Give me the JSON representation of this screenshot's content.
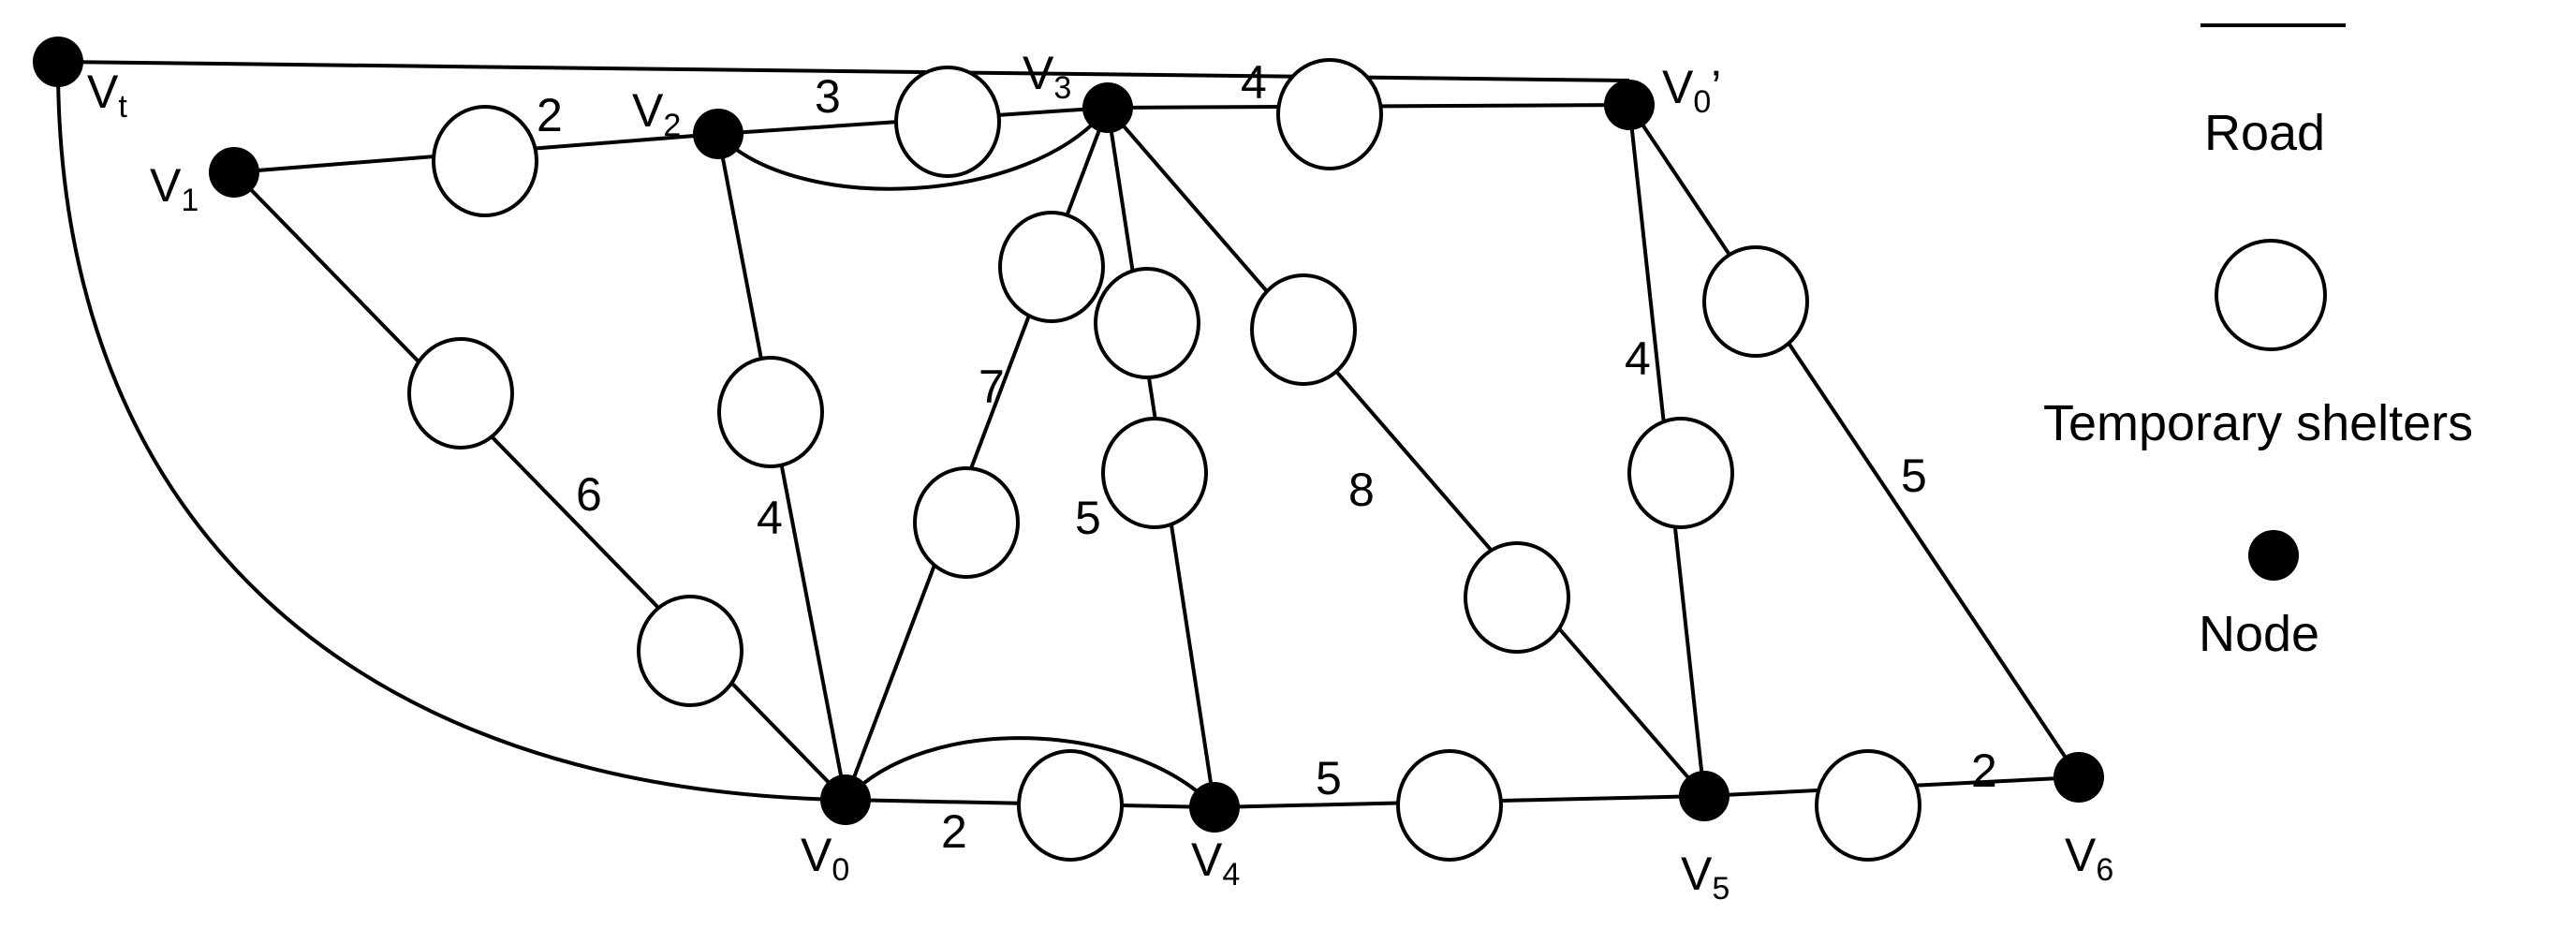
{
  "nodes": [
    {
      "id": "vt",
      "name": "V",
      "sub": "t",
      "prime": ""
    },
    {
      "id": "v1",
      "name": "V",
      "sub": "1",
      "prime": ""
    },
    {
      "id": "v2",
      "name": "V",
      "sub": "2",
      "prime": ""
    },
    {
      "id": "v3",
      "name": "V",
      "sub": "3",
      "prime": ""
    },
    {
      "id": "v0p",
      "name": "V",
      "sub": "0",
      "prime": "’"
    },
    {
      "id": "v0",
      "name": "V",
      "sub": "0",
      "prime": ""
    },
    {
      "id": "v4",
      "name": "V",
      "sub": "4",
      "prime": ""
    },
    {
      "id": "v5",
      "name": "V",
      "sub": "5",
      "prime": ""
    },
    {
      "id": "v6",
      "name": "V",
      "sub": "6",
      "prime": ""
    }
  ],
  "edge_weights": {
    "v1_v2": "2",
    "v2_v3": "3",
    "v3_v0p": "4",
    "v1_v0": "6",
    "v2_v0": "4",
    "v3_v0": "7",
    "v3_v4": "5",
    "v3_v5": "8",
    "v0p_v5": "4",
    "v0p_v6": "5",
    "v0_v4": "2",
    "v4_v5": "5",
    "v5_v6": "2"
  },
  "legend": {
    "road": "Road",
    "shelter": "Temporary shelters",
    "node": "Node"
  }
}
